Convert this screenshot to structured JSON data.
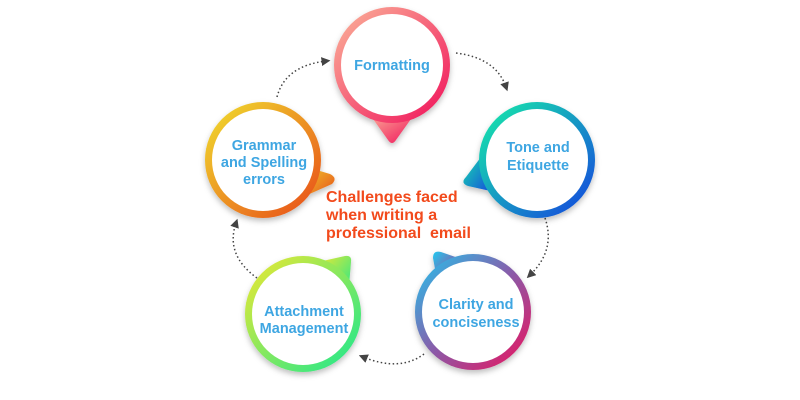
{
  "center_title": {
    "lines": [
      "Challenges faced",
      "when writing a",
      "professional  email"
    ],
    "color": "#f24a1c"
  },
  "nodes": [
    {
      "id": "formatting",
      "lines": [
        "Formatting"
      ],
      "gradient": [
        "#fbb59a",
        "#f0105a"
      ]
    },
    {
      "id": "tone",
      "lines": [
        "Tone and",
        "Etiquette"
      ],
      "gradient": [
        "#1af0a8",
        "#1040e0"
      ]
    },
    {
      "id": "clarity",
      "lines": [
        "Clarity and",
        "conciseness"
      ],
      "gradient": [
        "#20c8f0",
        "#f0105a"
      ]
    },
    {
      "id": "attachment",
      "lines": [
        "Attachment",
        "Management"
      ],
      "gradient": [
        "#f0e830",
        "#18e890"
      ]
    },
    {
      "id": "grammar",
      "lines": [
        "Grammar",
        "and Spelling",
        "errors"
      ],
      "gradient": [
        "#f0e030",
        "#e84818"
      ]
    }
  ],
  "label_color": "#3ea6e2"
}
